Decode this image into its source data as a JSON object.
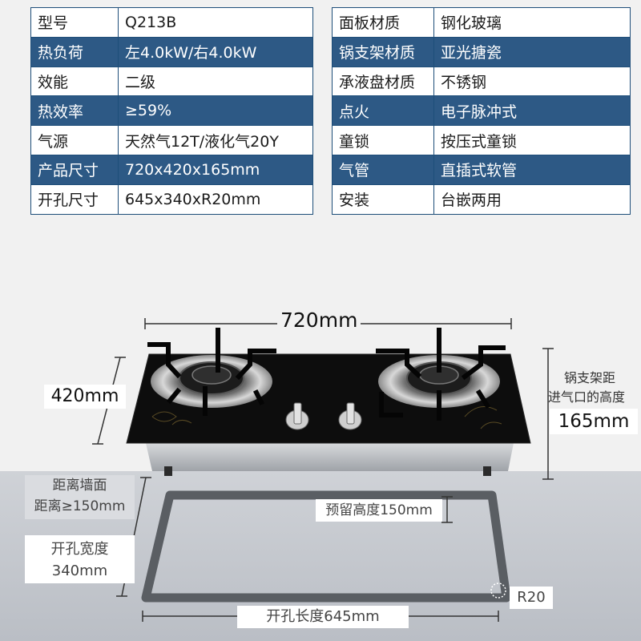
{
  "spec_left": [
    {
      "key": "型号",
      "value": "Q213B"
    },
    {
      "key": "热负荷",
      "value": "左4.0kW/右4.0kW"
    },
    {
      "key": "效能",
      "value": "二级"
    },
    {
      "key": "热效率",
      "value": "≥59%"
    },
    {
      "key": "气源",
      "value": "天然气12T/液化气20Y"
    },
    {
      "key": "产品尺寸",
      "value": "720x420x165mm"
    },
    {
      "key": "开孔尺寸",
      "value": "645x340xR20mm"
    }
  ],
  "spec_right": [
    {
      "key": "面板材质",
      "value": "钢化玻璃"
    },
    {
      "key": "锅支架材质",
      "value": "亚光搪瓷"
    },
    {
      "key": "承液盘材质",
      "value": "不锈钢"
    },
    {
      "key": "点火",
      "value": "电子脉冲式"
    },
    {
      "key": "童锁",
      "value": "按压式童锁"
    },
    {
      "key": "气管",
      "value": "直插式软管"
    },
    {
      "key": "安装",
      "value": "台嵌两用"
    }
  ],
  "dimensions": {
    "width": "720mm",
    "depth": "420mm",
    "bracket_label_1": "锅支架距",
    "bracket_label_2": "进气口的高度",
    "bracket_height": "165mm",
    "wall_line_1": "距离墙面",
    "wall_line_2": "距离≥150mm",
    "reserve_height": "预留高度150mm",
    "cut_width_line_1": "开孔宽度",
    "cut_width_line_2": "340mm",
    "corner_radius": "R20",
    "cut_length": "开孔长度645mm"
  },
  "colors": {
    "header_band": "#2d5985",
    "table_border": "#1e4e79",
    "glass": "#0d0d0d",
    "steel": "#b9bcc1",
    "countertop": "#c4c7cd"
  },
  "icons": [
    "burner-icon",
    "knob-icon",
    "pan-support-icon"
  ]
}
